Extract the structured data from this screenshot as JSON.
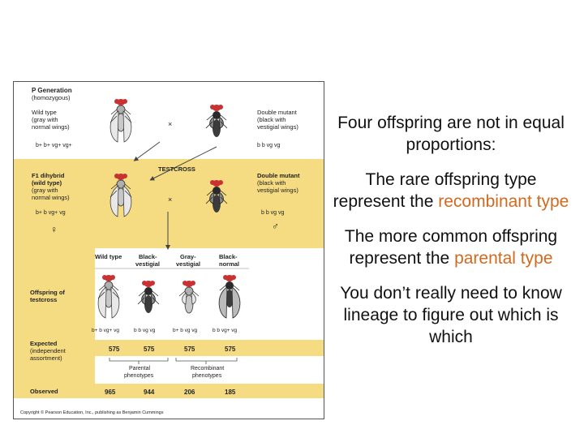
{
  "figure": {
    "p_generation": {
      "title": "P Generation",
      "subtitle": "(homozygous)",
      "wild_type": [
        "Wild type",
        "(gray with",
        "normal wings)"
      ],
      "wild_genotype": "b+ b+ vg+ vg+",
      "double_mutant": [
        "Double mutant",
        "(black with",
        "vestigial wings)"
      ],
      "mutant_genotype": "b b vg vg",
      "cross": "×"
    },
    "testcross": {
      "label": "TESTCROSS",
      "f1": [
        "F1 dihybrid",
        "(wild type)",
        "(gray with",
        "normal wings)"
      ],
      "f1_genotype": "b+ b vg+ vg",
      "double_mutant": [
        "Double mutant",
        "(black with",
        "vestigial wings)"
      ],
      "mutant_genotype": "b b vg vg",
      "female": "♀",
      "male": "♂",
      "cross": "×"
    },
    "offspring_label": [
      "Offspring of",
      "testcross"
    ],
    "columns": [
      {
        "header": [
          "Wild type"
        ],
        "genotype": "b+ b vg+ vg",
        "expected": "575",
        "observed": "965"
      },
      {
        "header": [
          "Black-",
          "vestigial"
        ],
        "genotype": "b b vg vg",
        "expected": "575",
        "observed": "944"
      },
      {
        "header": [
          "Gray-",
          "vestigial"
        ],
        "genotype": "b+ b vg vg",
        "expected": "575",
        "observed": "206"
      },
      {
        "header": [
          "Black-",
          "normal"
        ],
        "genotype": "b b vg+ vg",
        "expected": "575",
        "observed": "185"
      }
    ],
    "expected_label": [
      "Expected",
      "(independent",
      "assortment)"
    ],
    "parental_phenotypes": [
      "Parental",
      "phenotypes"
    ],
    "recombinant_phenotypes": [
      "Recombinant",
      "phenotypes"
    ],
    "observed_label": "Observed",
    "copyright": "Copyright © Pearson Education, Inc., publishing as Benjamin Cummings",
    "colors": {
      "panel": "#f5dc82",
      "eye": "#c83232",
      "fly_light": "#dcdcdc",
      "fly_dark": "#3c3c3c"
    }
  },
  "text": {
    "p1": "Four offspring are not in equal proportions:",
    "p2_before": "The rare offspring type represent the ",
    "p2_highlight": "recombinant type",
    "p3_before": "The more common offspring represent the ",
    "p3_highlight": "parental type",
    "p4": "You don’t really need to know lineage to figure out which is which"
  }
}
